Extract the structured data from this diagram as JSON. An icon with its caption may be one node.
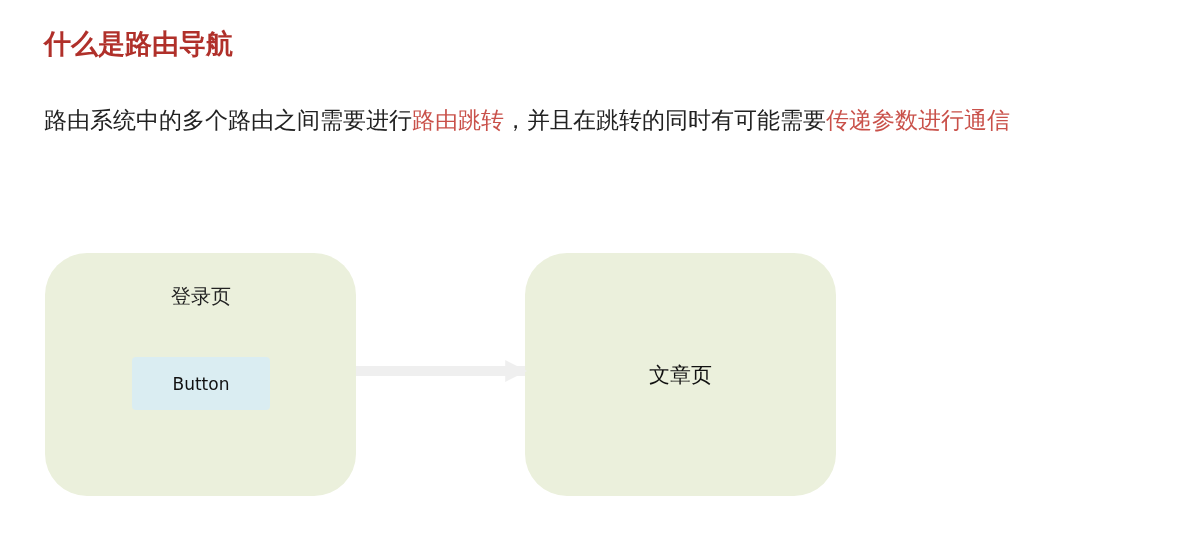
{
  "diagram": {
    "title": "什么是路由导航",
    "nodes": [
      {
        "text": [
          "登录页"
        ]
      },
      {
        "text": [
          "Button"
        ],
        "in": 0
      },
      {
        "text": [
          "文章页"
        ]
      }
    ],
    "edges": [
      {
        "from": 0,
        "to": 2,
        "arrow": "to"
      }
    ],
    "labels": [
      "路由系统中的多个路由之间需要进行",
      "路由跳转",
      "，并且在跳转的同时有可能需要",
      "传递参数进行通信"
    ]
  }
}
